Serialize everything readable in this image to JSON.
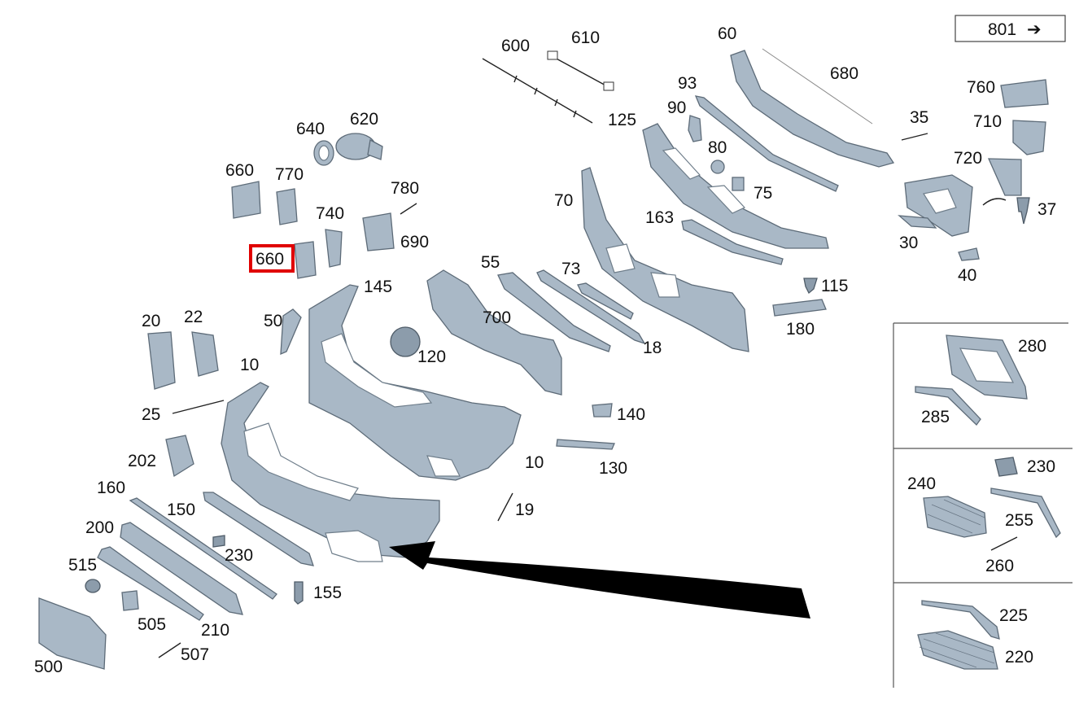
{
  "reference": {
    "label": "801",
    "arrow": "➔"
  },
  "highlight": "660",
  "labels": {
    "l600": "600",
    "l610": "610",
    "l60": "60",
    "l680": "680",
    "l125": "125",
    "l93": "93",
    "l90": "90",
    "l80": "80",
    "l75": "75",
    "l35": "35",
    "l760": "760",
    "l710": "710",
    "l720": "720",
    "l37": "37",
    "l30": "30",
    "l40": "40",
    "l640": "640",
    "l620": "620",
    "l660a": "660",
    "l770": "770",
    "l780": "780",
    "l740": "740",
    "l690": "690",
    "l660b": "660",
    "l70": "70",
    "l163": "163",
    "l145": "145",
    "l55": "55",
    "l73": "73",
    "l700": "700",
    "l115": "115",
    "l180": "180",
    "l20": "20",
    "l22": "22",
    "l50": "50",
    "l120": "120",
    "l18": "18",
    "l10a": "10",
    "l25": "25",
    "l140": "140",
    "l202": "202",
    "l10b": "10",
    "l130": "130",
    "l160": "160",
    "l150": "150",
    "l19": "19",
    "l200": "200",
    "l230a": "230",
    "l515": "515",
    "l155": "155",
    "l505": "505",
    "l210": "210",
    "l507": "507",
    "l500": "500",
    "l280": "280",
    "l285": "285",
    "l230b": "230",
    "l240": "240",
    "l255": "255",
    "l260": "260",
    "l225": "225",
    "l220": "220"
  },
  "colors": {
    "part": "#a9b8c6",
    "highlight": "#e00000",
    "arrow": "#000000"
  }
}
